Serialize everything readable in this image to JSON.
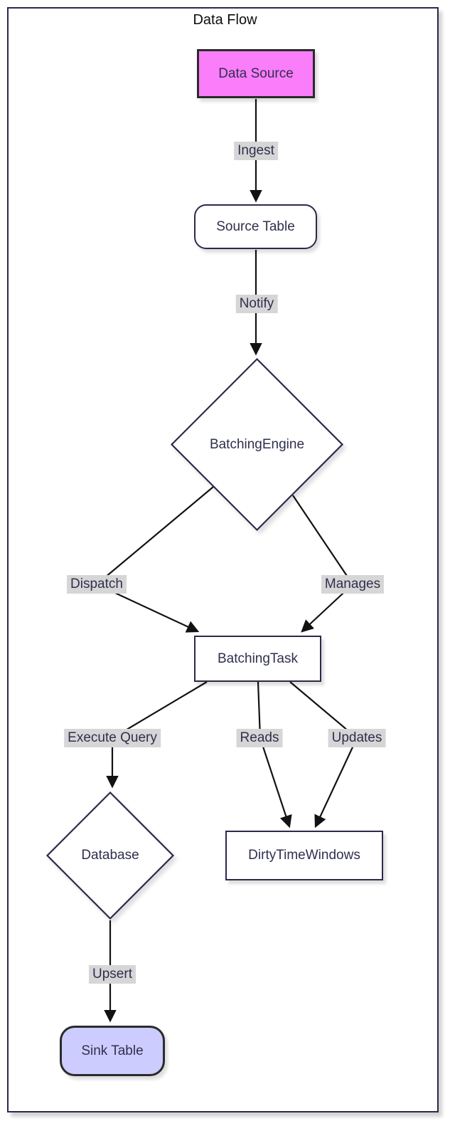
{
  "diagram": {
    "title": "Data Flow",
    "type": "flowchart-top-down"
  },
  "nodes": {
    "data_source": {
      "label": "Data Source",
      "shape": "rectangle",
      "fill": "#fa7dfa",
      "border": "#2b2b2b"
    },
    "source_table": {
      "label": "Source Table",
      "shape": "rounded",
      "fill": "#ffffff",
      "border": "#2a2a4a"
    },
    "batching_engine": {
      "label": "BatchingEngine",
      "shape": "diamond",
      "fill": "#ffffff",
      "border": "#2a2a4a"
    },
    "batching_task": {
      "label": "BatchingTask",
      "shape": "rectangle",
      "fill": "#ffffff",
      "border": "#2a2a4a"
    },
    "database": {
      "label": "Database",
      "shape": "diamond",
      "fill": "#ffffff",
      "border": "#2a2a4a"
    },
    "dirty_time_windows": {
      "label": "DirtyTimeWindows",
      "shape": "rectangle",
      "fill": "#ffffff",
      "border": "#2a2a4a"
    },
    "sink_table": {
      "label": "Sink Table",
      "shape": "rounded",
      "fill": "#ccccff",
      "border": "#2b2b2b"
    }
  },
  "edges": {
    "ingest": {
      "label": "Ingest",
      "from": "data_source",
      "to": "source_table"
    },
    "notify": {
      "label": "Notify",
      "from": "source_table",
      "to": "batching_engine"
    },
    "dispatch": {
      "label": "Dispatch",
      "from": "batching_engine",
      "to": "batching_task"
    },
    "manages": {
      "label": "Manages",
      "from": "batching_engine",
      "to": "batching_task"
    },
    "execute_query": {
      "label": "Execute Query",
      "from": "batching_task",
      "to": "database"
    },
    "reads": {
      "label": "Reads",
      "from": "batching_task",
      "to": "dirty_time_windows"
    },
    "updates": {
      "label": "Updates",
      "from": "batching_task",
      "to": "dirty_time_windows"
    },
    "upsert": {
      "label": "Upsert",
      "from": "database",
      "to": "sink_table"
    }
  },
  "colors": {
    "container_border": "#2a2a4a",
    "node_border": "#2a2a4a",
    "node_text": "#2f2f4f",
    "edge_line": "#121212",
    "edge_label_bg": "#d6d6d6",
    "accent_pink": "#fa7dfa",
    "accent_lavender": "#ccccff"
  }
}
